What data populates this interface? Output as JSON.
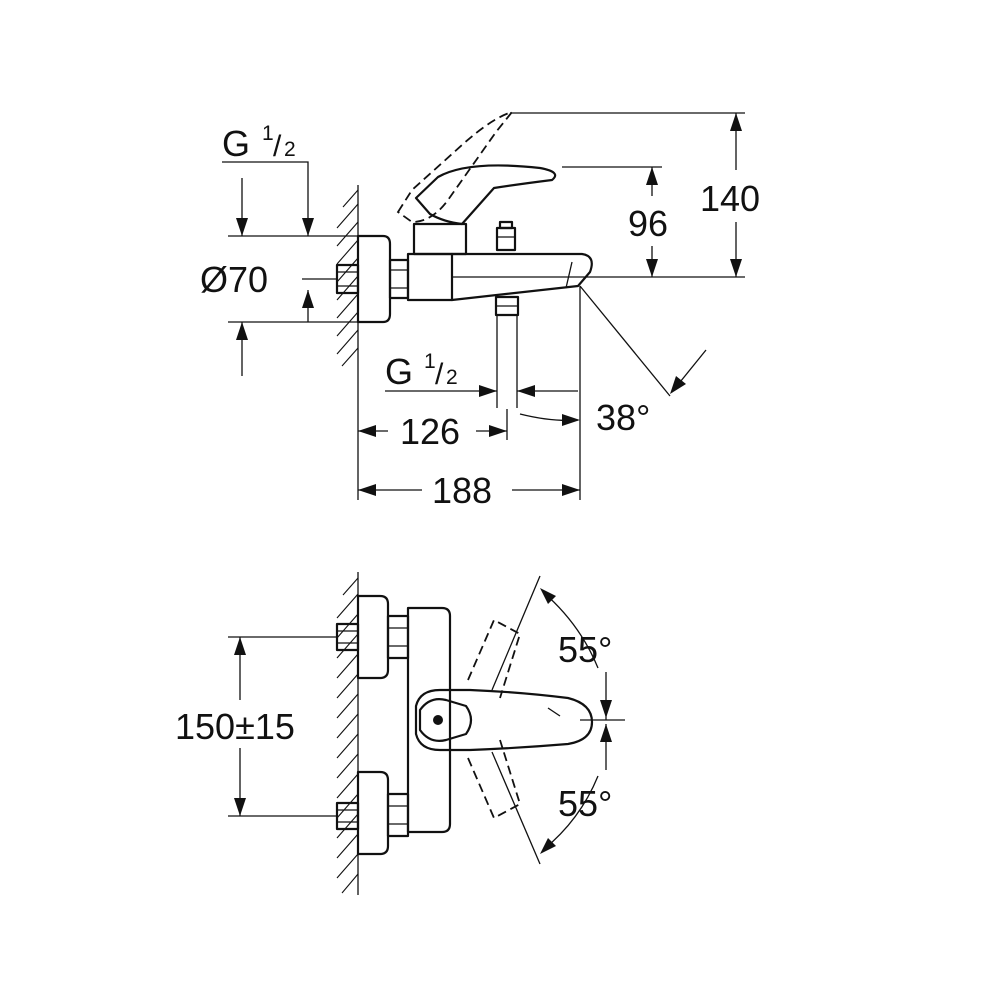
{
  "side_view": {
    "g_half_top": {
      "g": "G",
      "num": "1",
      "den": "2"
    },
    "diameter": "Ø70",
    "height_spout": "96",
    "height_total": "140",
    "g_half_bottom": {
      "g": "G",
      "num": "1",
      "den": "2"
    },
    "depth_outlet": "126",
    "depth_total": "188",
    "spout_angle": "38°"
  },
  "front_view": {
    "centre_distance": "150±15",
    "lever_angle_up": "55°",
    "lever_angle_down": "55°"
  }
}
